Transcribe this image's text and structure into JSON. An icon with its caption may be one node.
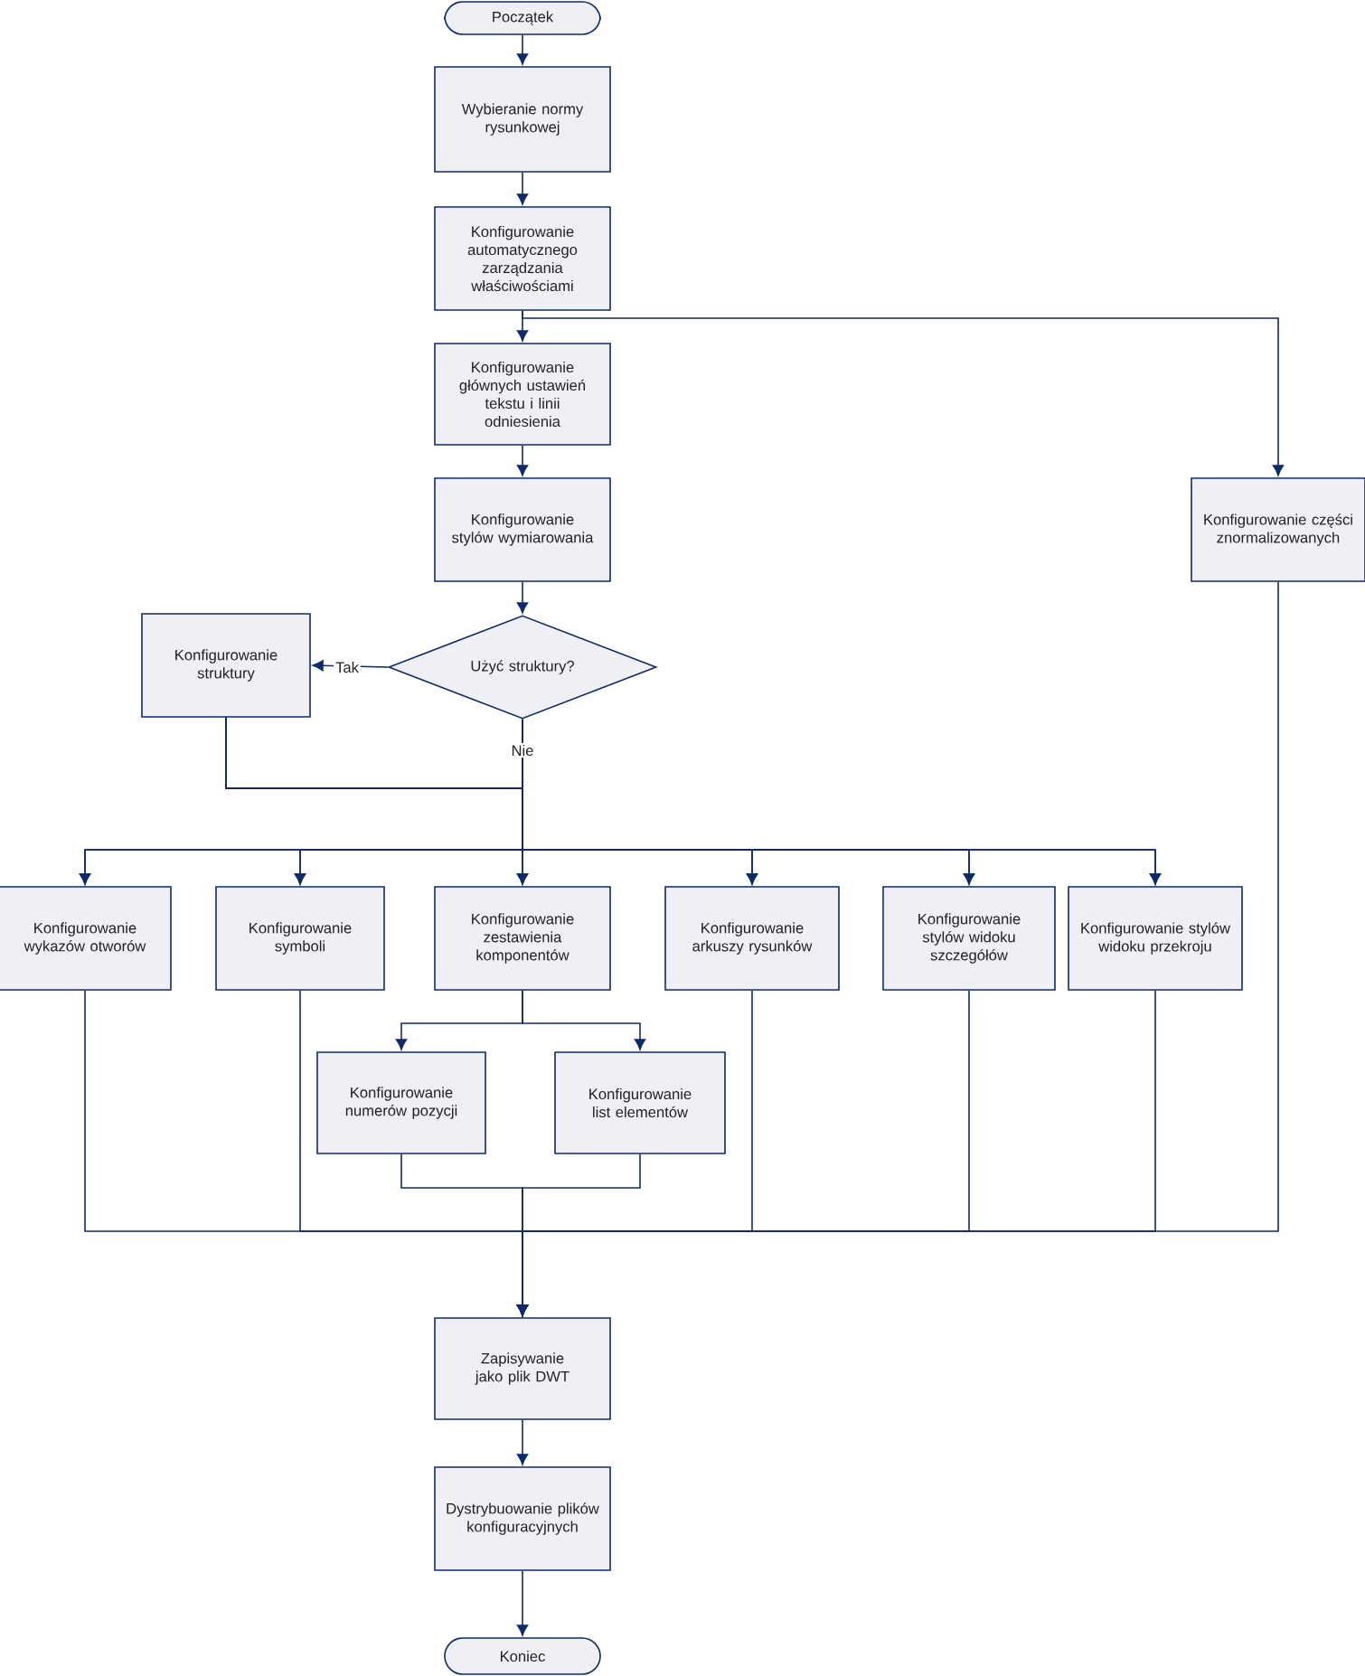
{
  "diagram": {
    "nodes": [
      {
        "text": [
          "Początek"
        ]
      },
      {
        "text": [
          "Wybieranie normy rysunkowej"
        ]
      },
      {
        "text": [
          "Konfigurowanie automatycznego zarządzania właściwościami"
        ]
      },
      {
        "text": [
          "Konfigurowanie głównych ustawień tekstu i linii odniesienia"
        ]
      },
      {
        "text": [
          "Konfigurowanie stylów wymiarowania"
        ]
      },
      {
        "text": [
          "Konfigurowanie części znormalizowanych"
        ]
      },
      {
        "text": [
          "Konfigurowanie struktury"
        ]
      },
      {
        "text": [
          "Użyć struktury?"
        ]
      },
      {
        "text": [
          "Konfigurowanie wykazów otworów"
        ]
      },
      {
        "text": [
          "Konfigurowanie symboli"
        ]
      },
      {
        "text": [
          "Konfigurowanie zestawienia komponentów"
        ]
      },
      {
        "text": [
          "Konfigurowanie arkuszy rysunków"
        ]
      },
      {
        "text": [
          "Konfigurowanie stylów widoku szczegółów"
        ]
      },
      {
        "text": [
          "Konfigurowanie stylów widoku przekroju"
        ]
      },
      {
        "text": [
          "Konfigurowanie numerów pozycji"
        ]
      },
      {
        "text": [
          "Konfigurowanie list elementów"
        ]
      },
      {
        "text": [
          "Zapisywanie jako plik DWT"
        ]
      },
      {
        "text": [
          "Dystrybuowanie plików konfiguracyjnych"
        ]
      },
      {
        "text": [
          "Koniec"
        ]
      }
    ],
    "edges": [
      {
        "from": 0,
        "to": 1,
        "arrow": "to"
      },
      {
        "from": 1,
        "to": 2,
        "arrow": "to"
      },
      {
        "from": 2,
        "to": 3,
        "arrow": "to"
      },
      {
        "from": 2,
        "to": 5,
        "arrow": "to"
      },
      {
        "from": 3,
        "to": 4,
        "arrow": "to"
      },
      {
        "from": 4,
        "to": 7,
        "arrow": "to"
      },
      {
        "from": 7,
        "to": 6,
        "arrow": "to",
        "label": "Tak"
      },
      {
        "from": 7,
        "to": 8,
        "arrow": "to"
      },
      {
        "from": 7,
        "to": 9,
        "arrow": "to"
      },
      {
        "from": 7,
        "to": 10,
        "arrow": "to",
        "label": "Nie"
      },
      {
        "from": 7,
        "to": 11,
        "arrow": "to"
      },
      {
        "from": 7,
        "to": 12,
        "arrow": "to"
      },
      {
        "from": 7,
        "to": 13,
        "arrow": "to"
      },
      {
        "from": 6,
        "to": 8,
        "arrow": "to"
      },
      {
        "from": 6,
        "to": 9,
        "arrow": "to"
      },
      {
        "from": 6,
        "to": 10,
        "arrow": "to"
      },
      {
        "from": 6,
        "to": 11,
        "arrow": "to"
      },
      {
        "from": 6,
        "to": 12,
        "arrow": "to"
      },
      {
        "from": 6,
        "to": 13,
        "arrow": "to"
      },
      {
        "from": 10,
        "to": 14,
        "arrow": "to"
      },
      {
        "from": 10,
        "to": 15,
        "arrow": "to"
      },
      {
        "from": 8,
        "to": 16,
        "arrow": "to"
      },
      {
        "from": 9,
        "to": 16,
        "arrow": "to"
      },
      {
        "from": 14,
        "to": 16,
        "arrow": "to"
      },
      {
        "from": 15,
        "to": 16,
        "arrow": "to"
      },
      {
        "from": 11,
        "to": 16,
        "arrow": "to"
      },
      {
        "from": 12,
        "to": 16,
        "arrow": "to"
      },
      {
        "from": 13,
        "to": 16,
        "arrow": "to"
      },
      {
        "from": 5,
        "to": 16,
        "arrow": "to"
      },
      {
        "from": 16,
        "to": 17,
        "arrow": "to"
      },
      {
        "from": 17,
        "to": 18,
        "arrow": "to"
      }
    ]
  }
}
